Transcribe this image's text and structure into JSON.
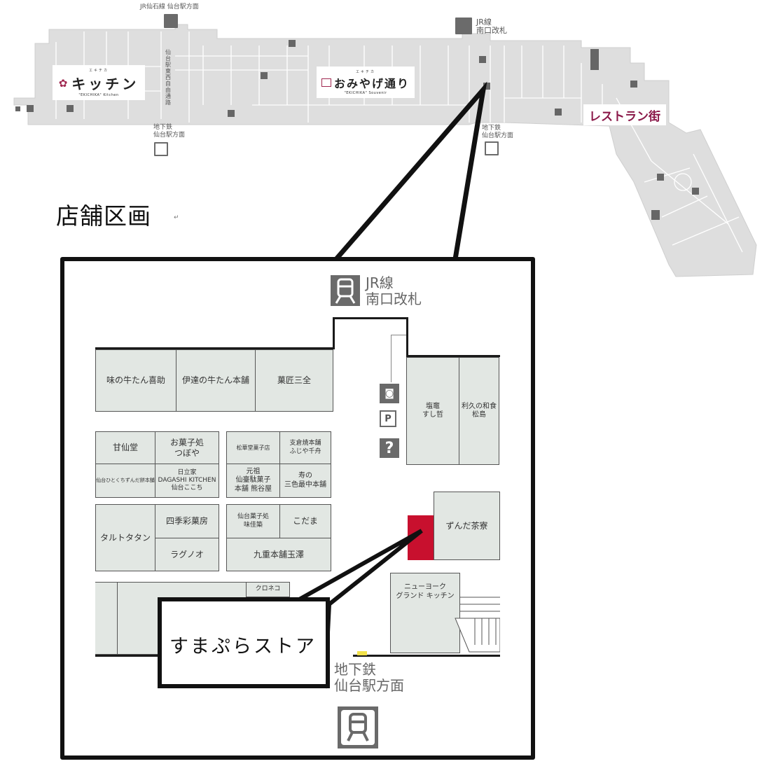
{
  "overview": {
    "areas": {
      "kitchen": {
        "ruby": "エキチカ",
        "title": "キッチン",
        "subtitle": "\"EKICHIKA\" Kitchen"
      },
      "souvenir": {
        "ruby": "エキチカ",
        "title": "おみやげ通り",
        "subtitle": "\"EKICHIKA\" Souvenir"
      },
      "restaurant": {
        "title": "レストラン街"
      }
    },
    "labels": {
      "jr_senseki": "JR仙石線 仙台駅方面",
      "jr_south_gate_line1": "JR線",
      "jr_south_gate_line2": "南口改札",
      "subway_left_line1": "地下鉄",
      "subway_left_line2": "仙台駅方面",
      "subway_right_line1": "地下鉄",
      "subway_right_line2": "仙台駅方面",
      "passage": "仙台駅東西自由通路"
    },
    "colors": {
      "floor": "#dcdcdc",
      "accent": "#8b1a4a",
      "icon": "#6b6b6b"
    }
  },
  "section": {
    "title": "店舗区画",
    "mark": "↵"
  },
  "detail": {
    "jr_gate": {
      "line1": "JR線",
      "line2": "南口改札"
    },
    "subway": {
      "line1": "地下鉄",
      "line2": "仙台駅方面"
    },
    "shops": {
      "r1": [
        "味の牛たん喜助",
        "伊達の牛たん本舗",
        "菓匠三全"
      ],
      "sushi": "塩竈\nすし哲",
      "washoku": "利久の和食\n松島",
      "block_a": [
        "甘仙堂",
        "お菓子処\nつぼや",
        "仙台ひとくちずんだ餅本舗",
        "日立家\nDAGASHI KITCHEN\n仙台ここち"
      ],
      "block_b": [
        "松華堂菓子店",
        "支倉焼本舗\nふじや千舟",
        "元祖\n仙臺駄菓子\n本舗 熊谷屋",
        "寿の\n三色最中本舗"
      ],
      "block_c": [
        "タルトタタン",
        "四季彩菓房",
        "ラグノオ"
      ],
      "block_d": [
        "仙台菓子処\n味佳築",
        "こだま",
        "九重本舗玉澤"
      ],
      "zunda": "ずんだ茶寮",
      "newyork": "ニューヨーク\nグランド キッチン",
      "kuroneko": "クロネコ"
    },
    "callout": {
      "label": "すまぷらストア"
    },
    "icons": [
      "coin-locker-icon",
      "parking-service-icon",
      "information-icon"
    ],
    "info_glyph": "?",
    "parking_glyph": "P",
    "highlight_color": "#c8102e"
  }
}
